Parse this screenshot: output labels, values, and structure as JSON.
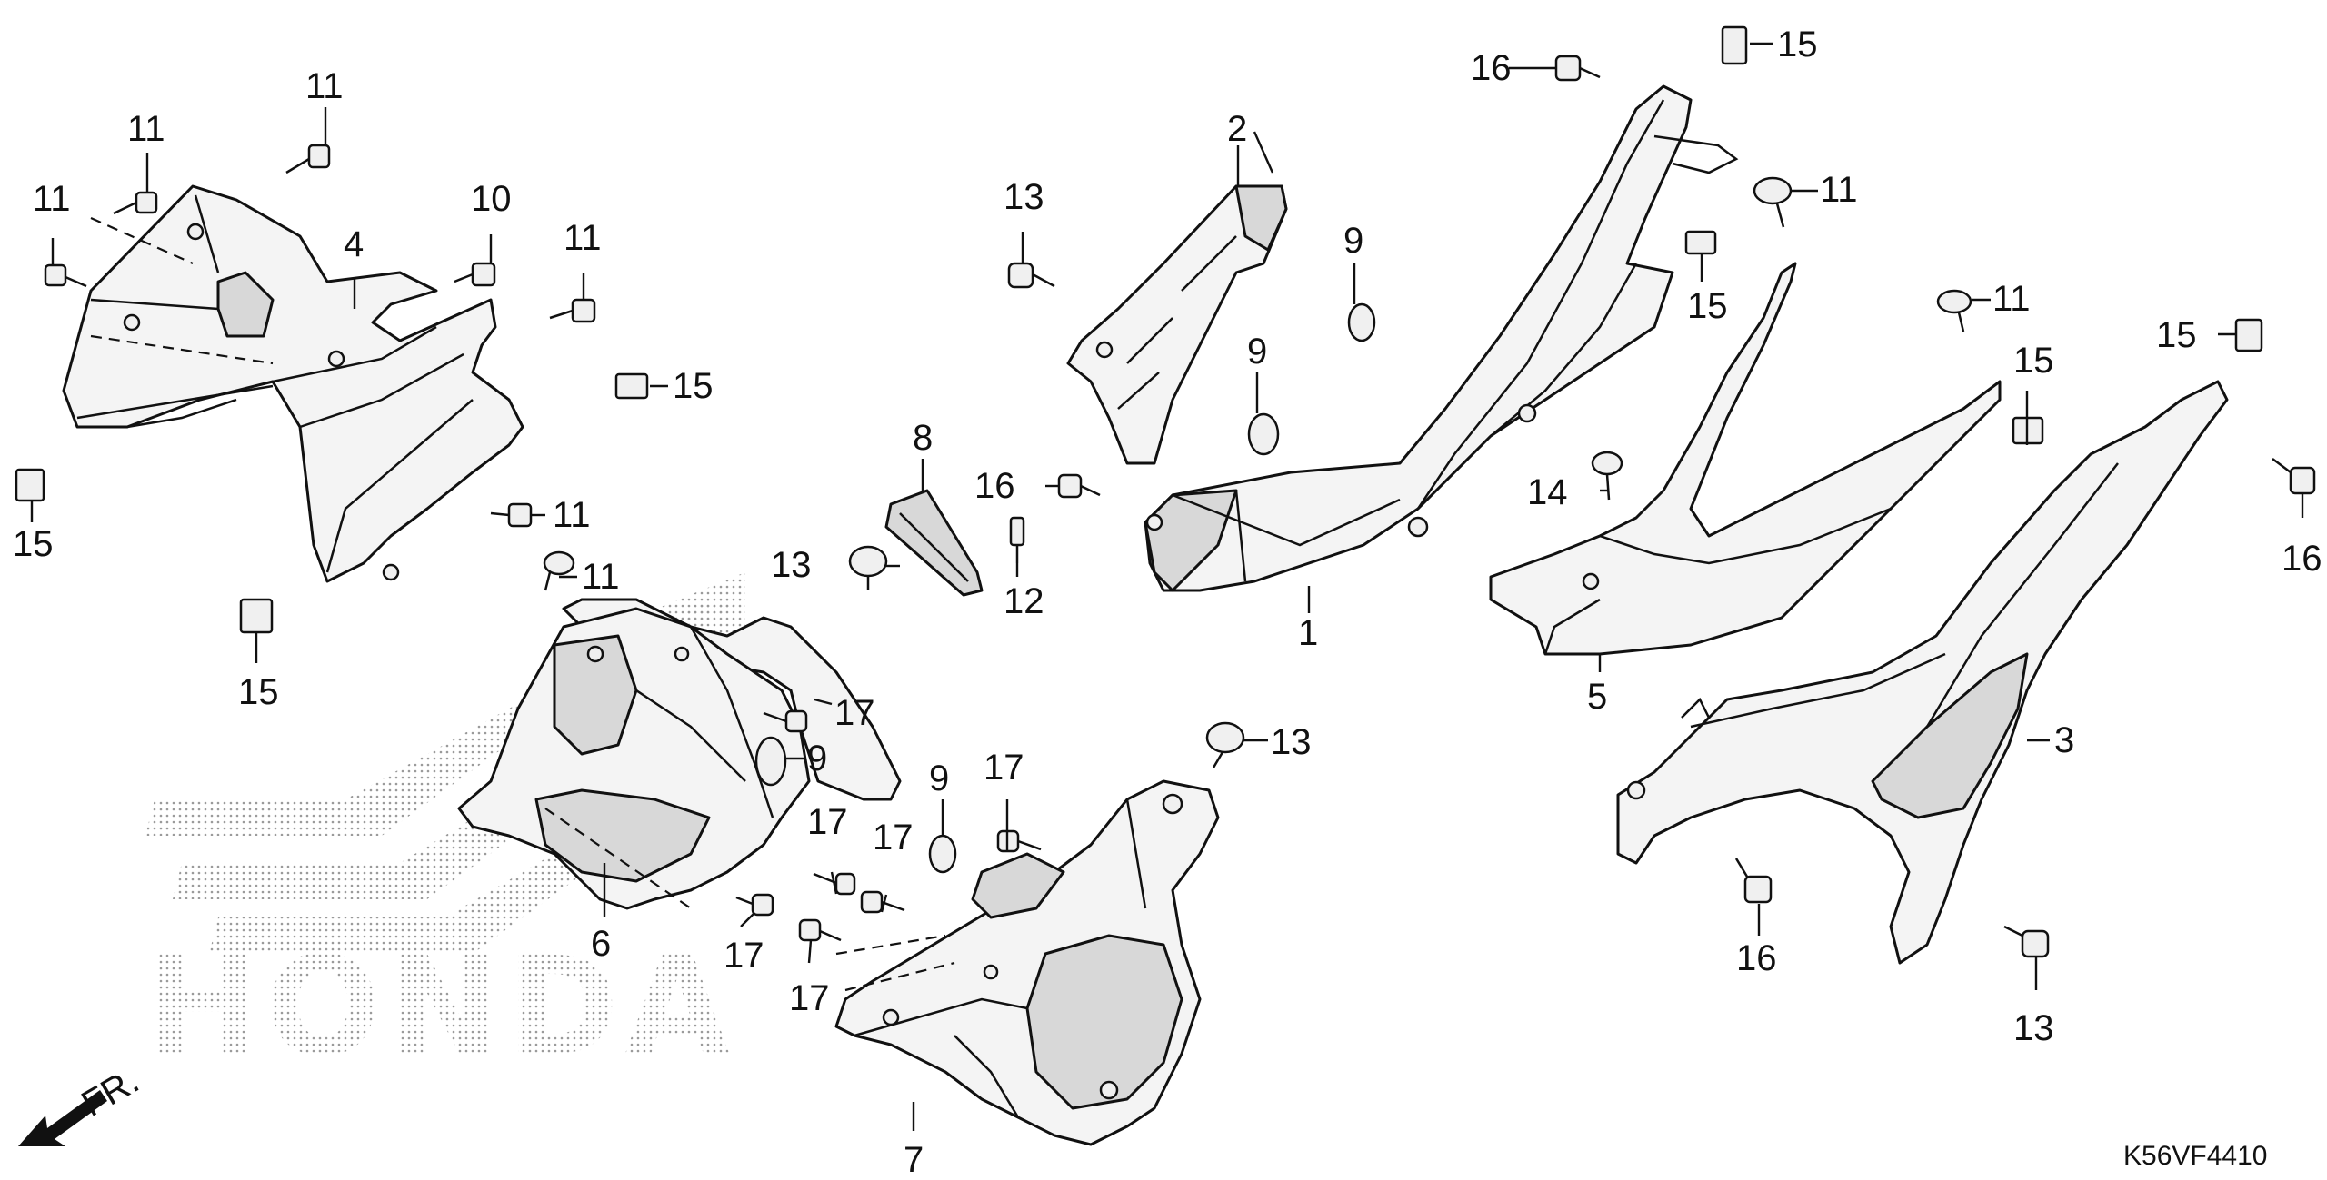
{
  "diagram": {
    "code": "K56VF4410",
    "brand_watermark": "HONDA",
    "front_arrow_label": "FR.",
    "callouts": {
      "c1": "1",
      "c2": "2",
      "c3": "3",
      "c4": "4",
      "c5": "5",
      "c6": "6",
      "c7": "7",
      "c8": "8",
      "c9a": "9",
      "c9b": "9",
      "c9c": "9",
      "c9d": "9",
      "c10": "10",
      "c11a": "11",
      "c11b": "11",
      "c11c": "11",
      "c11d": "11",
      "c11e": "11",
      "c11f": "11",
      "c11g": "11",
      "c11h": "11",
      "c12": "12",
      "c13a": "13",
      "c13b": "13",
      "c13c": "13",
      "c13d": "13",
      "c14": "14",
      "c15a": "15",
      "c15b": "15",
      "c15c": "15",
      "c15d": "15",
      "c15e": "15",
      "c15f": "15",
      "c15g": "15",
      "c16a": "16",
      "c16b": "16",
      "c16c": "16",
      "c16d": "16",
      "c17a": "17",
      "c17b": "17",
      "c17c": "17",
      "c17d": "17",
      "c17e": "17",
      "c17f": "17"
    }
  }
}
